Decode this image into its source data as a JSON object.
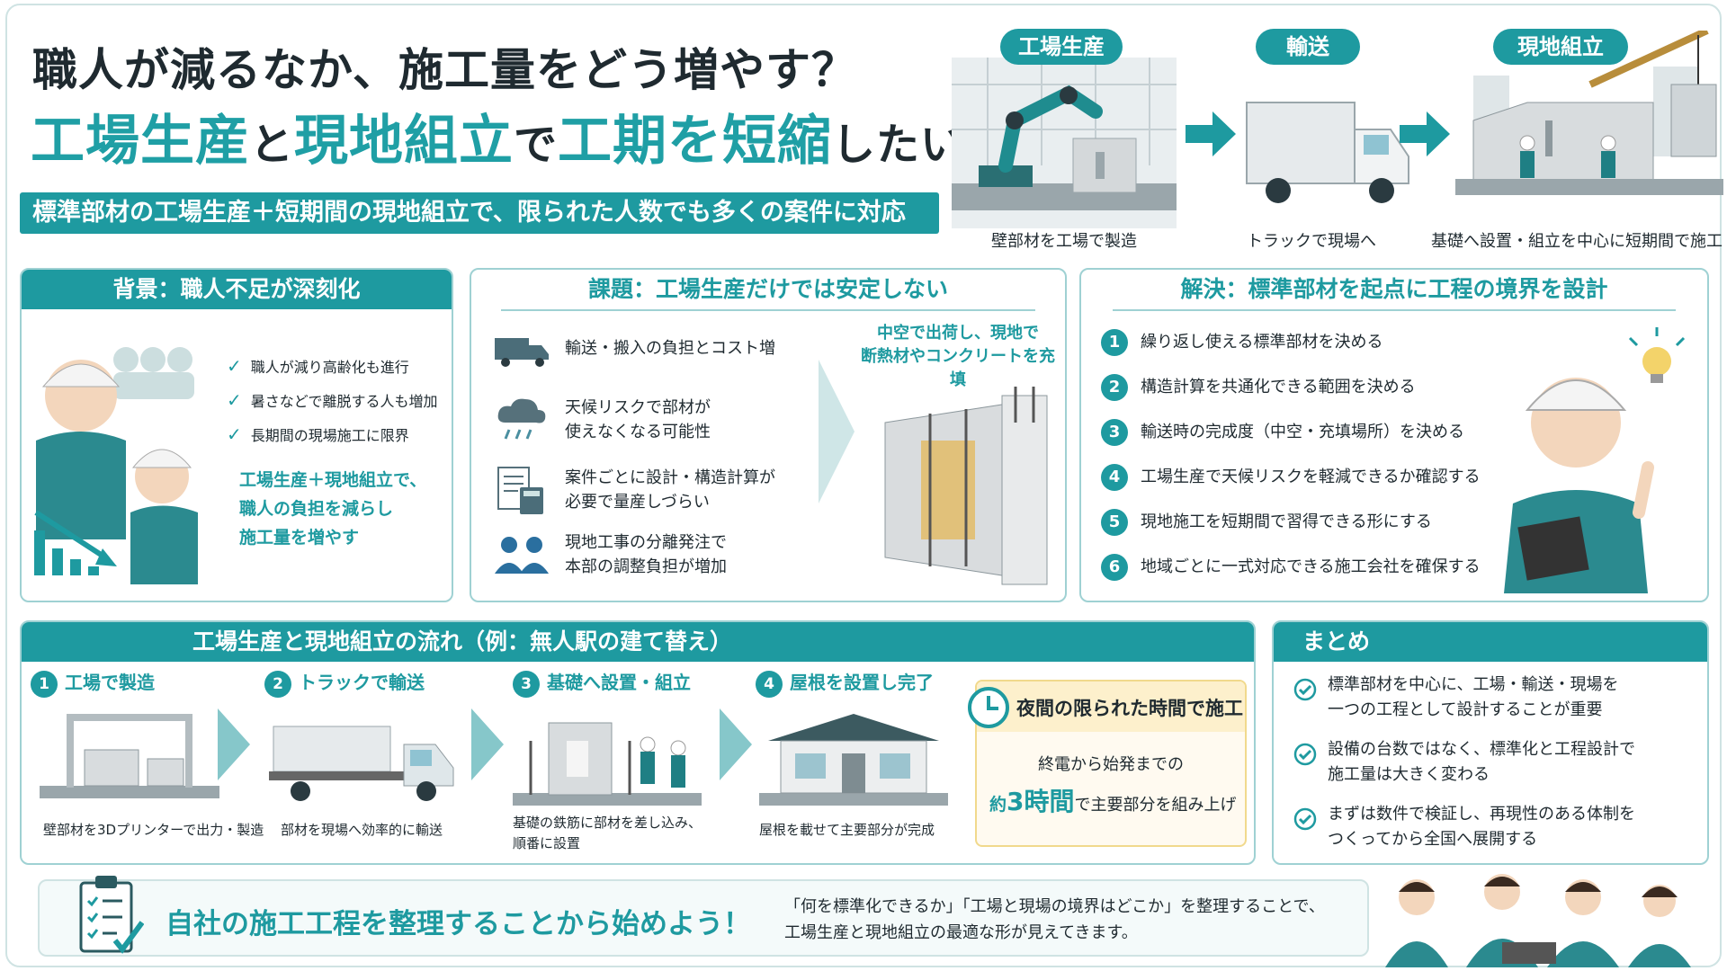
{
  "header": {
    "title_line1": "職人が減るなか、施工量をどう増やす？",
    "title_line2_part1": "工場生産",
    "title_line2_part2": "と",
    "title_line2_part3": "現地組立",
    "title_line2_part4": "で",
    "title_line2_part5": "工期を短縮",
    "title_line2_part6": "したい",
    "subtitle": "標準部材の工場生産＋短期間の現地組立で、限られた人数でも多くの案件に対応"
  },
  "flow": {
    "stages": [
      {
        "label": "工場生産",
        "caption": "壁部材を工場で製造"
      },
      {
        "label": "輸送",
        "caption": "トラックで現場へ"
      },
      {
        "label": "現地組立",
        "caption": "基礎へ設置・組立を中心に短期間で施工"
      }
    ]
  },
  "background": {
    "heading": "背景：職人不足が深刻化",
    "checks": [
      "職人が減り高齢化も進行",
      "暑さなどで離脱する人も増加",
      "長期間の現場施工に限界"
    ],
    "highlight": [
      "工場生産＋現地組立で、",
      "職人の負担を減らし",
      "施工量を増やす"
    ]
  },
  "issues": {
    "heading": "課題：工場生産だけでは安定しない",
    "items": [
      {
        "icon": "truck-icon",
        "lines": [
          "輸送・搬入の負担とコスト増"
        ]
      },
      {
        "icon": "rain-cloud-icon",
        "lines": [
          "天候リスクで部材が",
          "使えなくなる可能性"
        ]
      },
      {
        "icon": "calculator-icon",
        "lines": [
          "案件ごとに設計・構造計算が",
          "必要で量産しづらい"
        ]
      },
      {
        "icon": "people-icon",
        "lines": [
          "現地工事の分離発注で",
          "本部の調整負担が増加"
        ]
      }
    ],
    "callout": [
      "中空で出荷し、現地で",
      "断熱材やコンクリートを充填"
    ]
  },
  "solution": {
    "heading": "解決：標準部材を起点に工程の境界を設計",
    "items": [
      {
        "num": "1",
        "text": "繰り返し使える標準部材を決める"
      },
      {
        "num": "2",
        "text": "構造計算を共通化できる範囲を決める"
      },
      {
        "num": "3",
        "text": "輸送時の完成度（中空・充填場所）を決める"
      },
      {
        "num": "4",
        "text": "工場生産で天候リスクを軽減できるか確認する"
      },
      {
        "num": "5",
        "text": "現地施工を短期間で習得できる形にする"
      },
      {
        "num": "6",
        "text": "地域ごとに一式対応できる施工会社を確保する"
      }
    ]
  },
  "process": {
    "heading": "工場生産と現地組立の流れ（例：無人駅の建て替え）",
    "steps": [
      {
        "num": "1",
        "title": "工場で製造",
        "caption": [
          "壁部材を3Dプリンターで出力・製造"
        ]
      },
      {
        "num": "2",
        "title": "トラックで輸送",
        "caption": [
          "部材を現場へ効率的に輸送"
        ]
      },
      {
        "num": "3",
        "title": "基礎へ設置・組立",
        "caption": [
          "基礎の鉄筋に部材を差し込み、",
          "順番に設置"
        ]
      },
      {
        "num": "4",
        "title": "屋根を設置し完了",
        "caption": [
          "屋根を載せて主要部分が完成"
        ]
      }
    ],
    "night": {
      "title": "夜間の限られた時間で施工",
      "line1": "終電から始発までの",
      "approx": "約",
      "hours": "3時間",
      "line2": "で主要部分を組み上げ"
    }
  },
  "summary": {
    "heading": "まとめ",
    "items": [
      [
        "標準部材を中心に、工場・輸送・現場を",
        "一つの工程として設計することが重要"
      ],
      [
        "設備の台数ではなく、標準化と工程設計で",
        "施工量は大きく変わる"
      ],
      [
        "まずは数件で検証し、再現性のある体制を",
        "つくってから全国へ展開する"
      ]
    ]
  },
  "footer": {
    "headline": "自社の施工工程を整理することから始めよう！",
    "line1": "「何を標準化できるか」「工場と現場の境界はどこか」を整理することで、",
    "line2": "工場生産と現地組立の最適な形が見えてきます。"
  },
  "colors": {
    "accent": "#1e9aa0",
    "light_accent": "#9fd1d3",
    "text": "#1f2a30",
    "callout_bg": "#fdf3d9"
  }
}
